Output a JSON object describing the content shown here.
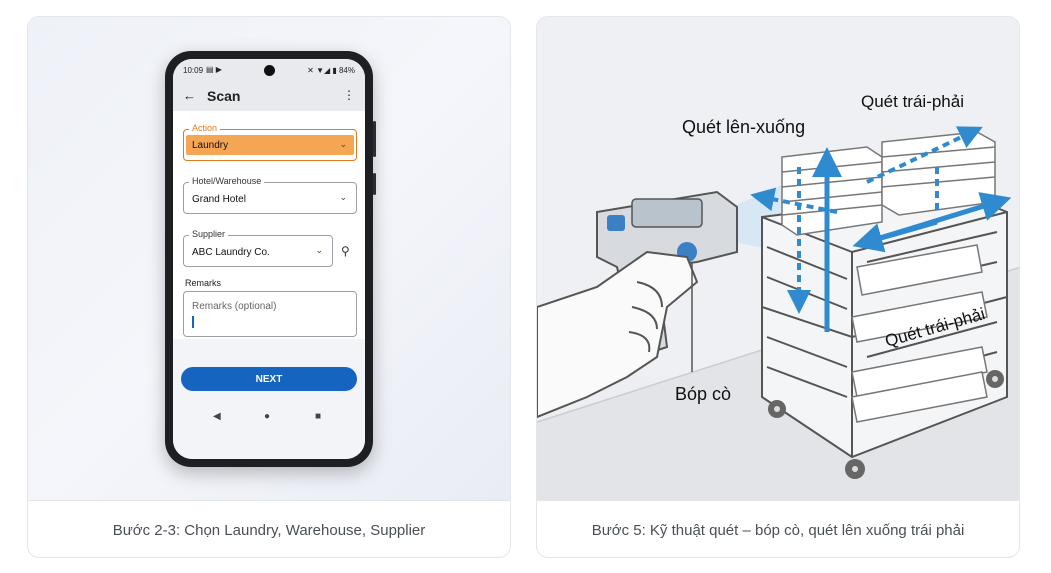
{
  "left_card": {
    "caption": "Bước 2-3: Chọn Laundry, Warehouse, Supplier",
    "phone": {
      "status_time": "10:09",
      "status_battery": "84%",
      "screen_title": "Scan",
      "action_label": "Action",
      "action_value": "Laundry",
      "hotel_label": "Hotel/Warehouse",
      "hotel_value": "Grand Hotel",
      "supplier_label": "Supplier",
      "supplier_value": "ABC Laundry Co.",
      "remarks_label": "Remarks",
      "remarks_placeholder": "Remarks (optional)",
      "next_label": "NEXT"
    }
  },
  "right_card": {
    "caption": "Bước 5: Kỹ thuật quét – bóp cò, quét lên xuống trái phải",
    "illustration": {
      "label_up_down": "Quét lên-xuống",
      "label_left_right_top": "Quét trái-phải",
      "label_left_right_mid": "Quét trái-phải",
      "label_trigger": "Bóp cò"
    }
  }
}
